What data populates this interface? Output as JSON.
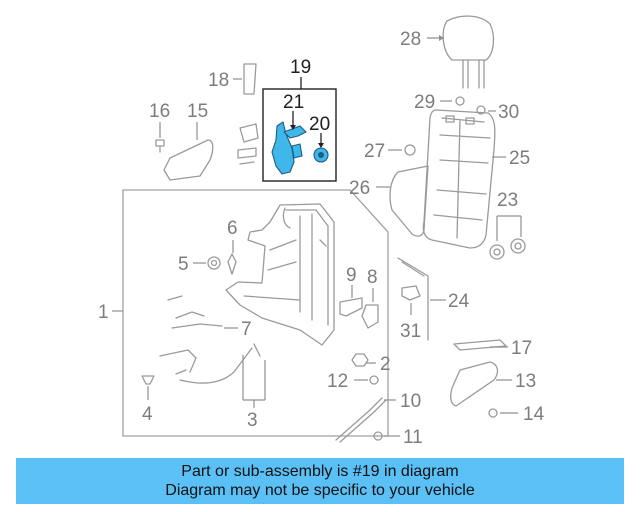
{
  "callouts": {
    "c1": "1",
    "c2": "2",
    "c3": "3",
    "c4": "4",
    "c5": "5",
    "c6": "6",
    "c7": "7",
    "c8": "8",
    "c9": "9",
    "c10": "10",
    "c11": "11",
    "c12": "12",
    "c13": "13",
    "c14": "14",
    "c15": "15",
    "c16": "16",
    "c17": "17",
    "c18": "18",
    "c19": "19",
    "c20": "20",
    "c21": "21",
    "c23": "23",
    "c24": "24",
    "c25": "25",
    "c26": "26",
    "c27": "27",
    "c28": "28",
    "c29": "29",
    "c30": "30",
    "c31": "31"
  },
  "banner": {
    "line1": "Part or sub-assembly is #19 in diagram",
    "line2": "Diagram may not be specific to your vehicle"
  },
  "colors": {
    "highlight": "#3fb7e8",
    "banner": "#5bc0f5",
    "line_art": "#9a9a9a"
  }
}
